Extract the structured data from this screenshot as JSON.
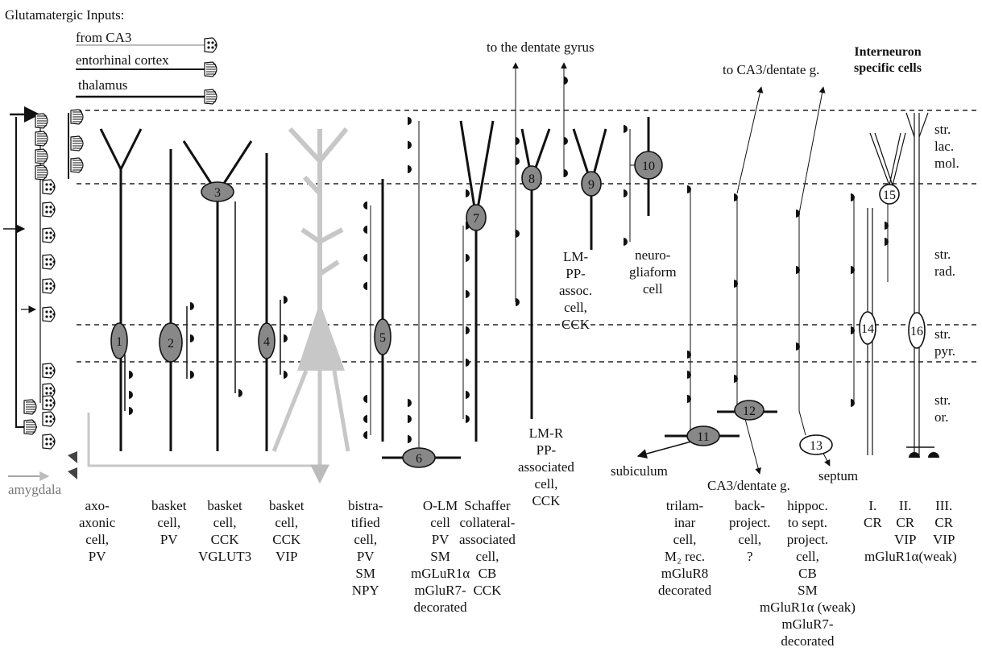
{
  "header": {
    "title": "Glutamatergic Inputs:",
    "inputs": [
      {
        "label": "from CA3",
        "terminal": "dotted-triangle"
      },
      {
        "label": "entorhinal cortex",
        "terminal": "striped-semicircle"
      },
      {
        "label": "thalamus",
        "terminal": "lined-semicircle"
      }
    ]
  },
  "interneuron_specific_title": "Interneuron\nspecific cells",
  "layers": [
    {
      "label": "str.\nlac.\nmol."
    },
    {
      "label": "str.\nrad."
    },
    {
      "label": "str.\npyr."
    },
    {
      "label": "str.\nor."
    }
  ],
  "targets": {
    "dentate_gyrus": "to the dentate gyrus",
    "ca3_dentate": "to CA3/dentate g.",
    "subiculum": "subiculum",
    "ca3_dentate_g": "CA3/dentate g.",
    "septum": "septum",
    "amygdala": "amygdala"
  },
  "cell_numbers": [
    "1",
    "2",
    "3",
    "4",
    "5",
    "6",
    "7",
    "8",
    "9",
    "10",
    "11",
    "12",
    "13",
    "14",
    "15",
    "16"
  ],
  "cell_labels": [
    "axo-\naxonic\ncell,\nPV",
    "basket\ncell,\nPV",
    "basket\ncell,\nCCK\nVGLUT3",
    "basket\ncell,\nCCK\nVIP",
    "bistra-\ntified\ncell,\nPV\nSM\nNPY",
    "O-LM\ncell\nPV\nSM\nmGLuR1α\nmGluR7-\ndecorated",
    "Schaffer\ncollateral-\nassociated\ncell,\nCB\nCCK",
    "LM-R\nPP-\nassociated\ncell,\nCCK",
    "LM-\nPP-\nassoc.\ncell,\nCCK",
    "neuro-\ngliaform\ncell",
    "trilam-\ninar\ncell,\nM₂ rec.\nmGluR8\ndecorated",
    "back-\nproject.\ncell,\n?",
    "hippoc.\nto sept.\nproject.\ncell,\nCB\nSM\nmGluR1α (weak)\nmGluR7-\ndecorated",
    "I.\nCR",
    "II.\nCR\nVIP",
    "III.\nCR\nVIP",
    "mGluR1α(weak)"
  ]
}
